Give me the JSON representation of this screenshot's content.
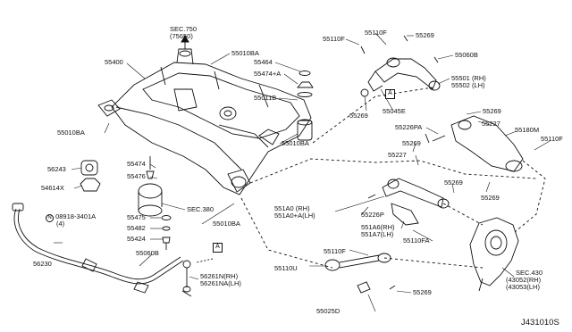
{
  "labels": {
    "sec750": "SEC.750",
    "sec750_sub": "(75650)",
    "p55400": "55400",
    "p55010BA_top": "55010BA",
    "p55464": "55464",
    "p55474A": "55474+A",
    "p55011B": "55011B",
    "p55010BA_left": "55010BA",
    "p55010BA_mid": "55010BA",
    "p55010BA_low": "55010BA",
    "p56243": "56243",
    "p55474": "55474",
    "p55476": "55476",
    "p54614X": "54614X",
    "sec380": "SEC.380",
    "p08918": "08918-3401A",
    "p08918_qty": "(4)",
    "p55475": "55475",
    "p55482": "55482",
    "p55424": "55424",
    "p56230": "56230",
    "p55060B_low": "55060B",
    "p56261N": "56261N(RH)",
    "p56261NA": "56261NA(LH)",
    "p55110F_a": "55110F",
    "p55110F_b": "55110F",
    "p55269_a": "55269",
    "p55060B_up": "55060B",
    "p55501": "55501 (RH)",
    "p55502": "55502 (LH)",
    "p55045E": "55045E",
    "p55269_b": "55269",
    "p55269_c": "55269",
    "p55226PA": "55226PA",
    "p55227_a": "55227",
    "p55180M": "55180M",
    "p55110F_c": "55110F",
    "p55269_d": "55269",
    "p55227_b": "55227",
    "p551A0": "551A0 (RH)",
    "p551A0A": "551A0+A(LH)",
    "p55226P": "55226P",
    "p551A6": "551A6(RH)",
    "p551A7": "551A7(LH)",
    "p55110FA": "55110FA",
    "p55269_e": "55269",
    "p55269_f": "55269",
    "p55110F_d": "55110F",
    "p55110U": "55110U",
    "p55269_g": "55269",
    "p55025D": "55025D",
    "sec430": "SEC.430",
    "sec430_rh": "(43052(RH)",
    "sec430_lh": "(43053(LH)",
    "box_a_up": "A",
    "box_a_low": "A",
    "diagram_code": "J431010S"
  }
}
